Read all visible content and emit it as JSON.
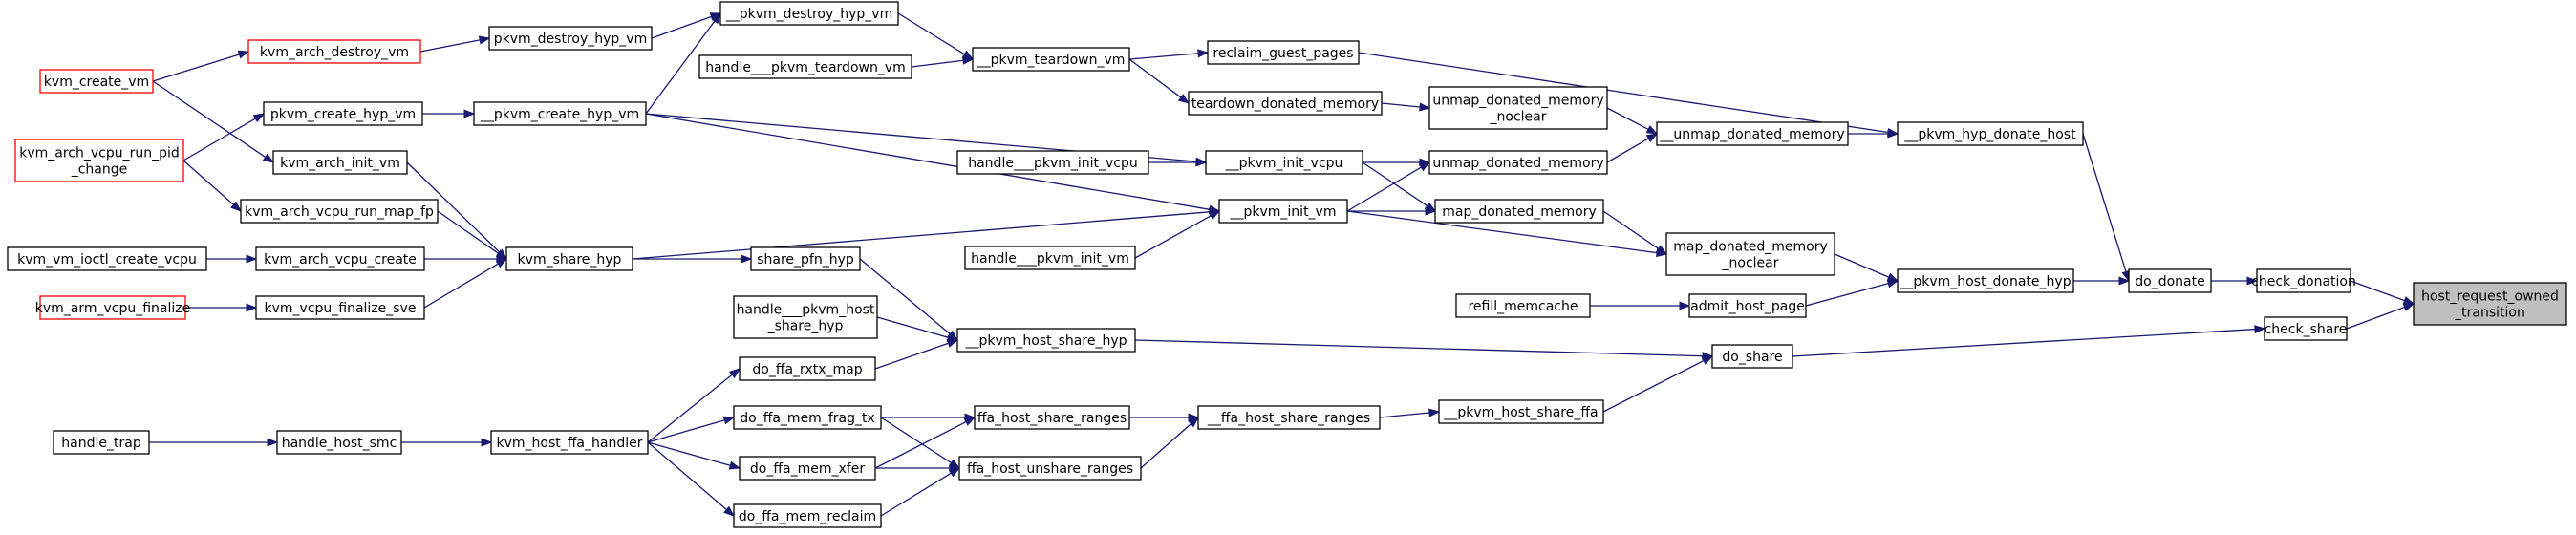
{
  "colors": {
    "edge": "#191970",
    "highlight": "#bfbfbf",
    "red_border": "#ff0000"
  },
  "nodes": [
    {
      "id": "host_request_owned_transition",
      "lines": [
        "host_request_owned",
        "_transition"
      ],
      "style": "highlight"
    },
    {
      "id": "check_donation",
      "lines": [
        "check_donation"
      ]
    },
    {
      "id": "check_share",
      "lines": [
        "check_share"
      ]
    },
    {
      "id": "do_donate",
      "lines": [
        "do_donate"
      ]
    },
    {
      "id": "do_share",
      "lines": [
        "do_share"
      ]
    },
    {
      "id": "pkvm_hyp_donate_host",
      "lines": [
        "__pkvm_hyp_donate_host"
      ]
    },
    {
      "id": "pkvm_host_donate_hyp",
      "lines": [
        "__pkvm_host_donate_hyp"
      ]
    },
    {
      "id": "pkvm_host_share_ffa",
      "lines": [
        "__pkvm_host_share_ffa"
      ]
    },
    {
      "id": "pkvm_host_share_hyp",
      "lines": [
        "__pkvm_host_share_hyp"
      ]
    },
    {
      "id": "unmap_donated_memory",
      "lines": [
        "__unmap_donated_memory"
      ]
    },
    {
      "id": "map_donated_memory_noclear",
      "lines": [
        "map_donated_memory",
        "_noclear"
      ]
    },
    {
      "id": "admit_host_page",
      "lines": [
        "admit_host_page"
      ]
    },
    {
      "id": "ffa_host_share_ranges_2",
      "lines": [
        "__ffa_host_share_ranges"
      ]
    },
    {
      "id": "reclaim_guest_pages",
      "lines": [
        "reclaim_guest_pages"
      ]
    },
    {
      "id": "unmap_donated_memory_noclear",
      "lines": [
        "unmap_donated_memory",
        "_noclear"
      ]
    },
    {
      "id": "teardown_donated_memory",
      "lines": [
        "teardown_donated_memory"
      ]
    },
    {
      "id": "unmap_donated_memory_plain",
      "lines": [
        "unmap_donated_memory"
      ]
    },
    {
      "id": "map_donated_memory",
      "lines": [
        "map_donated_memory"
      ]
    },
    {
      "id": "refill_memcache",
      "lines": [
        "refill_memcache"
      ]
    },
    {
      "id": "ffa_host_share_ranges",
      "lines": [
        "ffa_host_share_ranges"
      ]
    },
    {
      "id": "ffa_host_unshare_ranges",
      "lines": [
        "ffa_host_unshare_ranges"
      ]
    },
    {
      "id": "pkvm_teardown_vm",
      "lines": [
        "__pkvm_teardown_vm"
      ]
    },
    {
      "id": "pkvm_init_vcpu",
      "lines": [
        "__pkvm_init_vcpu"
      ]
    },
    {
      "id": "pkvm_init_vm",
      "lines": [
        "__pkvm_init_vm"
      ]
    },
    {
      "id": "pkvm_destroy_hyp_vm_2",
      "lines": [
        "__pkvm_destroy_hyp_vm"
      ]
    },
    {
      "id": "handle_pkvm_teardown_vm",
      "lines": [
        "handle___pkvm_teardown_vm"
      ]
    },
    {
      "id": "pkvm_create_hyp_vm_2",
      "lines": [
        "__pkvm_create_hyp_vm"
      ]
    },
    {
      "id": "handle_pkvm_init_vcpu",
      "lines": [
        "handle___pkvm_init_vcpu"
      ]
    },
    {
      "id": "handle_pkvm_init_vm",
      "lines": [
        "handle___pkvm_init_vm"
      ]
    },
    {
      "id": "share_pfn_hyp",
      "lines": [
        "share_pfn_hyp"
      ]
    },
    {
      "id": "handle_pkvm_host_share_hyp",
      "lines": [
        "handle___pkvm_host",
        "_share_hyp"
      ]
    },
    {
      "id": "do_ffa_rxtx_map",
      "lines": [
        "do_ffa_rxtx_map"
      ]
    },
    {
      "id": "do_ffa_mem_frag_tx",
      "lines": [
        "do_ffa_mem_frag_tx"
      ]
    },
    {
      "id": "do_ffa_mem_xfer",
      "lines": [
        "do_ffa_mem_xfer"
      ]
    },
    {
      "id": "do_ffa_mem_reclaim",
      "lines": [
        "do_ffa_mem_reclaim"
      ]
    },
    {
      "id": "pkvm_destroy_hyp_vm",
      "lines": [
        "pkvm_destroy_hyp_vm"
      ]
    },
    {
      "id": "pkvm_create_hyp_vm",
      "lines": [
        "pkvm_create_hyp_vm"
      ]
    },
    {
      "id": "kvm_share_hyp",
      "lines": [
        "kvm_share_hyp"
      ]
    },
    {
      "id": "kvm_host_ffa_handler",
      "lines": [
        "kvm_host_ffa_handler"
      ]
    },
    {
      "id": "kvm_arch_destroy_vm",
      "lines": [
        "kvm_arch_destroy_vm"
      ],
      "style": "red"
    },
    {
      "id": "kvm_arch_init_vm",
      "lines": [
        "kvm_arch_init_vm"
      ]
    },
    {
      "id": "kvm_arch_vcpu_run_map_fp",
      "lines": [
        "kvm_arch_vcpu_run_map_fp"
      ]
    },
    {
      "id": "kvm_arch_vcpu_create",
      "lines": [
        "kvm_arch_vcpu_create"
      ]
    },
    {
      "id": "kvm_vcpu_finalize_sve",
      "lines": [
        "kvm_vcpu_finalize_sve"
      ]
    },
    {
      "id": "handle_host_smc",
      "lines": [
        "handle_host_smc"
      ]
    },
    {
      "id": "kvm_create_vm",
      "lines": [
        "kvm_create_vm"
      ],
      "style": "red"
    },
    {
      "id": "kvm_arch_vcpu_run_pid_change",
      "lines": [
        "kvm_arch_vcpu_run_pid",
        "_change"
      ],
      "style": "red"
    },
    {
      "id": "kvm_vm_ioctl_create_vcpu",
      "lines": [
        "kvm_vm_ioctl_create_vcpu"
      ]
    },
    {
      "id": "kvm_arm_vcpu_finalize",
      "lines": [
        "kvm_arm_vcpu_finalize"
      ],
      "style": "red"
    },
    {
      "id": "handle_trap",
      "lines": [
        "handle_trap"
      ]
    }
  ],
  "edges": [
    {
      "from": "check_donation",
      "to": "host_request_owned_transition"
    },
    {
      "from": "check_share",
      "to": "host_request_owned_transition"
    },
    {
      "from": "do_donate",
      "to": "check_donation"
    },
    {
      "from": "do_share",
      "to": "check_share"
    },
    {
      "from": "pkvm_hyp_donate_host",
      "to": "do_donate"
    },
    {
      "from": "pkvm_host_donate_hyp",
      "to": "do_donate"
    },
    {
      "from": "pkvm_host_share_ffa",
      "to": "do_share"
    },
    {
      "from": "pkvm_host_share_hyp",
      "to": "do_share"
    },
    {
      "from": "unmap_donated_memory",
      "to": "pkvm_hyp_donate_host"
    },
    {
      "from": "reclaim_guest_pages",
      "to": "pkvm_hyp_donate_host"
    },
    {
      "from": "map_donated_memory_noclear",
      "to": "pkvm_host_donate_hyp"
    },
    {
      "from": "admit_host_page",
      "to": "pkvm_host_donate_hyp"
    },
    {
      "from": "ffa_host_share_ranges_2",
      "to": "pkvm_host_share_ffa"
    },
    {
      "from": "unmap_donated_memory_noclear",
      "to": "unmap_donated_memory"
    },
    {
      "from": "unmap_donated_memory_plain",
      "to": "unmap_donated_memory"
    },
    {
      "from": "map_donated_memory",
      "to": "map_donated_memory_noclear"
    },
    {
      "from": "pkvm_init_vm",
      "to": "map_donated_memory_noclear"
    },
    {
      "from": "refill_memcache",
      "to": "admit_host_page"
    },
    {
      "from": "ffa_host_share_ranges",
      "to": "ffa_host_share_ranges_2"
    },
    {
      "from": "ffa_host_unshare_ranges",
      "to": "ffa_host_share_ranges_2"
    },
    {
      "from": "pkvm_teardown_vm",
      "to": "reclaim_guest_pages"
    },
    {
      "from": "teardown_donated_memory",
      "to": "unmap_donated_memory_noclear"
    },
    {
      "from": "pkvm_teardown_vm",
      "to": "teardown_donated_memory"
    },
    {
      "from": "pkvm_init_vcpu",
      "to": "unmap_donated_memory_plain"
    },
    {
      "from": "pkvm_init_vm",
      "to": "unmap_donated_memory_plain"
    },
    {
      "from": "pkvm_init_vcpu",
      "to": "map_donated_memory"
    },
    {
      "from": "pkvm_init_vm",
      "to": "map_donated_memory"
    },
    {
      "from": "do_ffa_mem_frag_tx",
      "to": "ffa_host_share_ranges"
    },
    {
      "from": "do_ffa_mem_xfer",
      "to": "ffa_host_share_ranges"
    },
    {
      "from": "do_ffa_mem_frag_tx",
      "to": "ffa_host_unshare_ranges"
    },
    {
      "from": "do_ffa_mem_xfer",
      "to": "ffa_host_unshare_ranges"
    },
    {
      "from": "do_ffa_mem_reclaim",
      "to": "ffa_host_unshare_ranges"
    },
    {
      "from": "pkvm_destroy_hyp_vm_2",
      "to": "pkvm_teardown_vm"
    },
    {
      "from": "handle_pkvm_teardown_vm",
      "to": "pkvm_teardown_vm"
    },
    {
      "from": "handle_pkvm_init_vcpu",
      "to": "pkvm_init_vcpu"
    },
    {
      "from": "pkvm_create_hyp_vm_2",
      "to": "pkvm_init_vcpu"
    },
    {
      "from": "pkvm_create_hyp_vm_2",
      "to": "pkvm_init_vm"
    },
    {
      "from": "handle_pkvm_init_vm",
      "to": "pkvm_init_vm"
    },
    {
      "from": "kvm_share_hyp",
      "to": "pkvm_init_vm"
    },
    {
      "from": "share_pfn_hyp",
      "to": "pkvm_host_share_hyp"
    },
    {
      "from": "handle_pkvm_host_share_hyp",
      "to": "pkvm_host_share_hyp"
    },
    {
      "from": "do_ffa_rxtx_map",
      "to": "pkvm_host_share_hyp"
    },
    {
      "from": "pkvm_destroy_hyp_vm",
      "to": "pkvm_destroy_hyp_vm_2"
    },
    {
      "from": "pkvm_create_hyp_vm_2",
      "to": "pkvm_destroy_hyp_vm_2"
    },
    {
      "from": "pkvm_create_hyp_vm",
      "to": "pkvm_create_hyp_vm_2"
    },
    {
      "from": "kvm_share_hyp",
      "to": "share_pfn_hyp"
    },
    {
      "from": "kvm_host_ffa_handler",
      "to": "do_ffa_rxtx_map"
    },
    {
      "from": "kvm_host_ffa_handler",
      "to": "do_ffa_mem_frag_tx"
    },
    {
      "from": "kvm_host_ffa_handler",
      "to": "do_ffa_mem_xfer"
    },
    {
      "from": "kvm_host_ffa_handler",
      "to": "do_ffa_mem_reclaim"
    },
    {
      "from": "kvm_arch_destroy_vm",
      "to": "pkvm_destroy_hyp_vm"
    },
    {
      "from": "kvm_arch_init_vm",
      "to": "kvm_share_hyp"
    },
    {
      "from": "kvm_arch_vcpu_run_map_fp",
      "to": "kvm_share_hyp"
    },
    {
      "from": "kvm_arch_vcpu_create",
      "to": "kvm_share_hyp"
    },
    {
      "from": "kvm_vcpu_finalize_sve",
      "to": "kvm_share_hyp"
    },
    {
      "from": "handle_host_smc",
      "to": "kvm_host_ffa_handler"
    },
    {
      "from": "kvm_create_vm",
      "to": "kvm_arch_destroy_vm"
    },
    {
      "from": "kvm_create_vm",
      "to": "kvm_arch_init_vm"
    },
    {
      "from": "kvm_arch_vcpu_run_pid_change",
      "to": "pkvm_create_hyp_vm"
    },
    {
      "from": "kvm_arch_vcpu_run_pid_change",
      "to": "kvm_arch_vcpu_run_map_fp"
    },
    {
      "from": "kvm_vm_ioctl_create_vcpu",
      "to": "kvm_arch_vcpu_create"
    },
    {
      "from": "kvm_arm_vcpu_finalize",
      "to": "kvm_vcpu_finalize_sve"
    },
    {
      "from": "handle_trap",
      "to": "handle_host_smc"
    }
  ]
}
